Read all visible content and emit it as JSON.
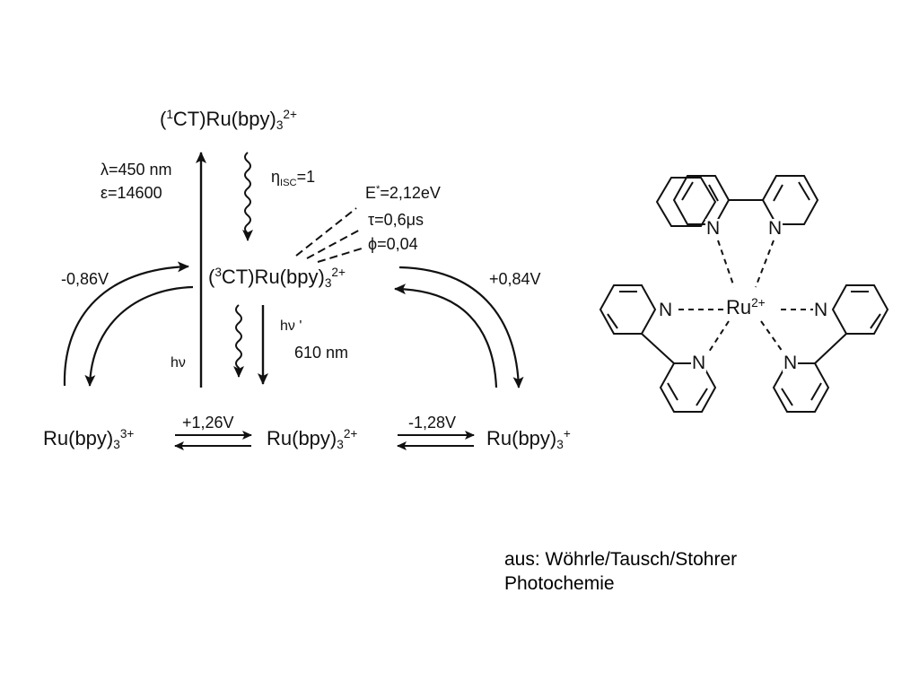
{
  "diagram": {
    "species": {
      "singlet_state": {
        "prefix": "(",
        "sup_pre": "1",
        "core": "CT)Ru(bpy)",
        "sub": "3",
        "charge": "2+"
      },
      "triplet_state": {
        "prefix": "(",
        "sup_pre": "3",
        "core": "CT)Ru(bpy)",
        "sub": "3",
        "charge": "2+"
      },
      "oxidized": {
        "core": "Ru(bpy)",
        "sub": "3",
        "charge": "3+"
      },
      "ground": {
        "core": "Ru(bpy)",
        "sub": "3",
        "charge": "2+"
      },
      "reduced": {
        "core": "Ru(bpy)",
        "sub": "3",
        "charge": "+"
      }
    },
    "labels": {
      "lambda": "λ=450 nm",
      "epsilon": "ε=14600",
      "eta_symbol": "η",
      "eta_sub": "ISC",
      "eta_value": "=1",
      "energy_symbol": "E",
      "energy_sup": "*",
      "energy_value": "=2,12eV",
      "tau": "τ=0,6μs",
      "phi": "ϕ=0,04",
      "potential_left": "-0,86V",
      "potential_right": "+0,84V",
      "hv_absorption": "hν",
      "hv_emission": "hν '",
      "emission_wavelength": "610 nm",
      "potential_ox": "+1,26V",
      "potential_red": "-1,28V"
    },
    "complex": {
      "metal": "Ru",
      "metal_charge": "2+",
      "donor_atom": "N"
    }
  },
  "credit": {
    "line1": "aus: Wöhrle/Tausch/Stohrer",
    "line2": "Photochemie"
  }
}
